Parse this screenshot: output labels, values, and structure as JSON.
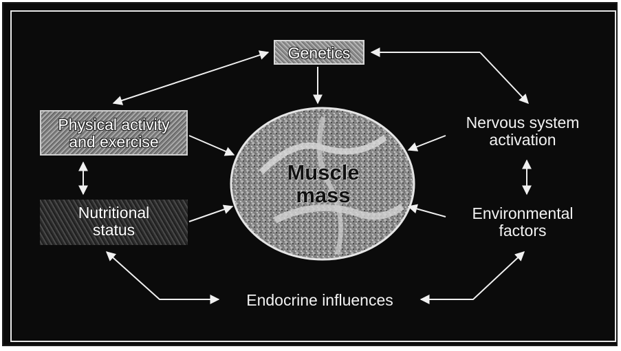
{
  "diagram": {
    "center": "Muscle\nmass",
    "nodes": {
      "genetics": "Genetics",
      "physical_activity": "Physical activity\nand exercise",
      "nutritional_status": "Nutritional\nstatus",
      "nervous_system": "Nervous system\nactivation",
      "environmental": "Environmental\nfactors",
      "endocrine": "Endocrine influences"
    },
    "edges": [
      {
        "from": "genetics",
        "to": "muscle_mass",
        "type": "one-way"
      },
      {
        "from": "physical_activity",
        "to": "muscle_mass",
        "type": "one-way"
      },
      {
        "from": "nutritional_status",
        "to": "muscle_mass",
        "type": "one-way"
      },
      {
        "from": "nervous_system",
        "to": "muscle_mass",
        "type": "one-way"
      },
      {
        "from": "environmental",
        "to": "muscle_mass",
        "type": "one-way"
      },
      {
        "from": "genetics",
        "to": "physical_activity",
        "type": "two-way"
      },
      {
        "from": "genetics",
        "to": "nervous_system",
        "type": "two-way"
      },
      {
        "from": "physical_activity",
        "to": "nutritional_status",
        "type": "two-way"
      },
      {
        "from": "nervous_system",
        "to": "environmental",
        "type": "two-way"
      },
      {
        "from": "nutritional_status",
        "to": "endocrine",
        "type": "two-way"
      },
      {
        "from": "environmental",
        "to": "endocrine",
        "type": "two-way"
      }
    ],
    "colors": {
      "background": "#0b0b0b",
      "text": "#f2f2f2",
      "arrow": "#f0f0f0"
    }
  }
}
